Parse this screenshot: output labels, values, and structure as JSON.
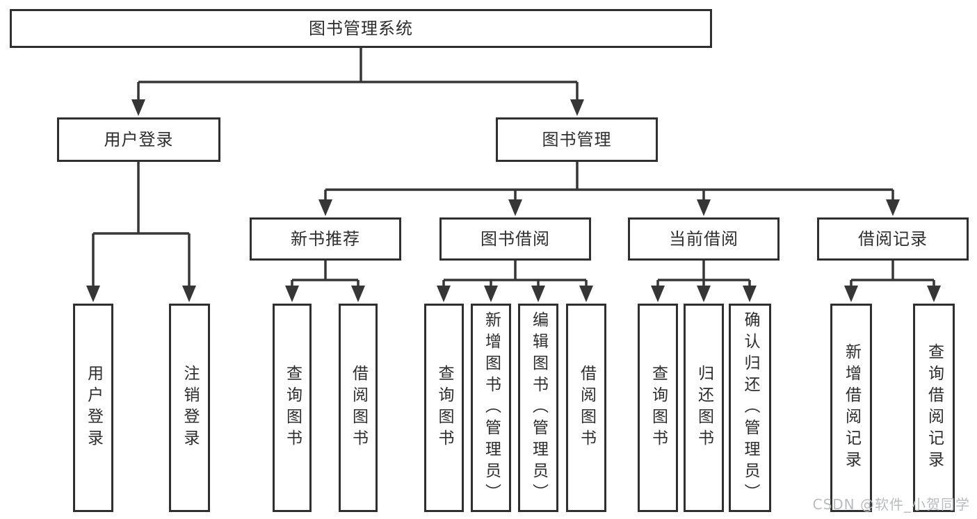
{
  "tree": {
    "root": "图书管理系统",
    "branches": [
      {
        "label": "用户登录",
        "children": [
          "用户登录",
          "注销登录"
        ]
      },
      {
        "label": "图书管理",
        "groups": [
          {
            "label": "新书推荐",
            "children": [
              "查询图书",
              "借阅图书"
            ]
          },
          {
            "label": "图书借阅",
            "children": [
              "查询图书",
              "新增图书（管理员）",
              "编辑图书（管理员）",
              "借阅图书"
            ]
          },
          {
            "label": "当前借阅",
            "children": [
              "查询图书",
              "归还图书",
              "确认归还（管理员）"
            ]
          },
          {
            "label": "借阅记录",
            "children": [
              "新增借阅记录",
              "查询借阅记录"
            ]
          }
        ]
      }
    ]
  },
  "watermark": {
    "text": "CSDN @软件_小贺同学"
  },
  "colors": {
    "line": "#363636",
    "box_border": "#2f2f2f",
    "text": "#2d2d2d",
    "watermark": "#b9bcbe",
    "background": "#ffffff"
  }
}
